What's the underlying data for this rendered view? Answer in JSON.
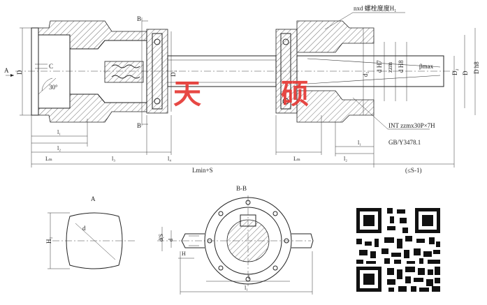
{
  "labels": {
    "bolt_note": "nxd 螺栓度度H₁",
    "section_mark": "B",
    "view_a_mark": "A",
    "chamfer": "C",
    "angle": "30°",
    "D_left": "D",
    "D_flange": "D₁",
    "d_bore": "d₁",
    "dH7": "d H7",
    "zzm": "zzm",
    "dH8": "d H8",
    "p_max": "βmax",
    "D1_right": "D₂",
    "D_right": "D",
    "Dh8": "D h8",
    "l1": "l₁",
    "l2": "l₂",
    "l3": "l₃",
    "lm_left": "Lₘ",
    "l4": "l₄",
    "lm_right": "Lₘ",
    "lx_right": "l₁",
    "l_right2": "l₂",
    "total_length": "Lmin+S",
    "stroke": "(≤S-1)",
    "spline": "INT zzmx30P×7H",
    "standard": "GB/Y3478.1",
    "view_a_title": "A",
    "view_bb_title": "B-B",
    "H1": "H₁",
    "d_diag": "d",
    "dS": "d(S",
    "d_small": "d",
    "H_small": "H",
    "l_lower1": "l",
    "l_lower2": "l₁"
  },
  "watermark": {
    "char1": "天",
    "char2": "硕",
    "color": "#e53935"
  },
  "qr_icon": "qr-code-icon"
}
